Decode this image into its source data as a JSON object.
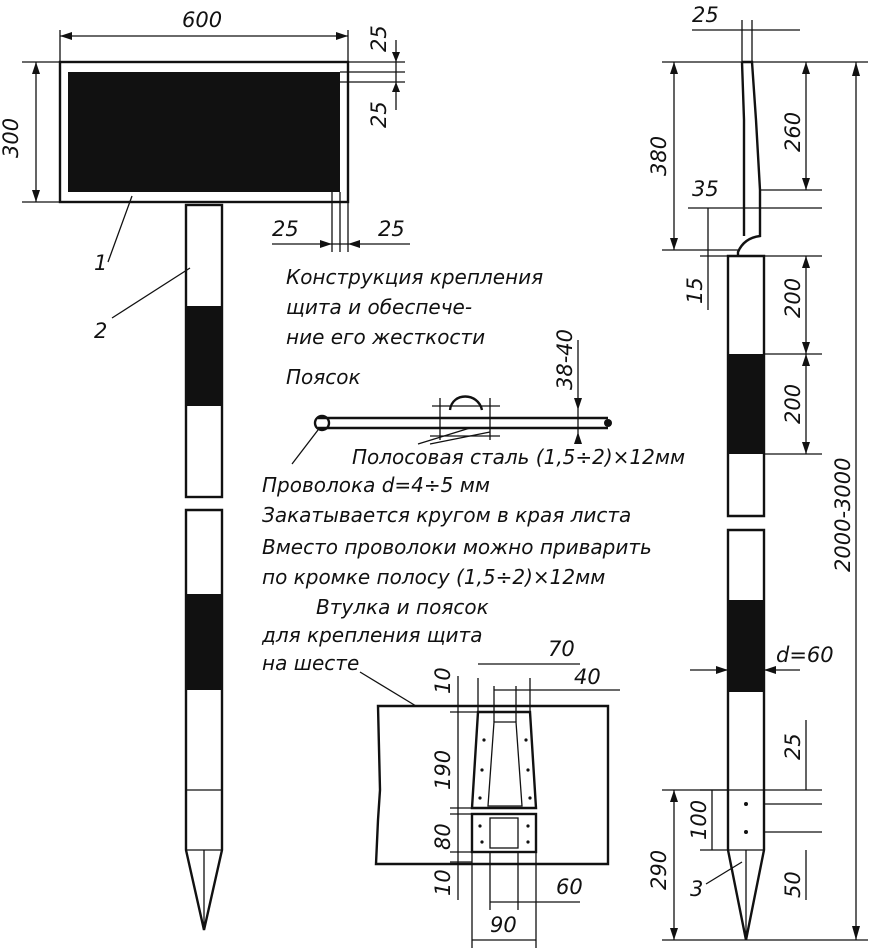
{
  "sign": {
    "width_dim": "600",
    "height_dim": "300",
    "edge_top_dim": "25",
    "edge_right_dim": "25",
    "bottom_left_dim": "25",
    "bottom_right_dim": "25",
    "label_board": "1",
    "label_pole": "2"
  },
  "notes": {
    "construction_line1": "Конструкция крепления",
    "construction_line2": "щита и обеспече-",
    "construction_line3": "ние его жесткости",
    "belt": "Поясок",
    "strip_steel": "Полосовая сталь (1,5÷2)×12мм",
    "wire": "Проволока  d=4÷5 мм",
    "rolled": "Закатывается кругом в края листа",
    "instead_line1": "Вместо проволоки можно приварить",
    "instead_line2": "по кромке полосу (1,5÷2)×12мм",
    "sleeve_line1": "Втулка и поясок",
    "sleeve_line2": "для крепления щита",
    "sleeve_line3": "на шесте"
  },
  "belt_dims": {
    "gap": "38-40"
  },
  "sleeve_dims": {
    "top_gap": "10",
    "width_top_outer": "70",
    "width_top_inner": "40",
    "upper_height": "190",
    "lower_height": "80",
    "bottom_gap": "10",
    "width_bottom_inner": "60",
    "width_bottom_outer": "90"
  },
  "pole_side": {
    "top_width": "25",
    "taper_len": "260",
    "top_section": "380",
    "step": "35",
    "step_gap": "15",
    "band1": "200",
    "band2": "200",
    "total_length": "2000-3000",
    "diameter": "d=60",
    "lower_gap": "25",
    "lower_band": "100",
    "tip_section": "290",
    "tip_end": "50",
    "label_tip": "3"
  }
}
